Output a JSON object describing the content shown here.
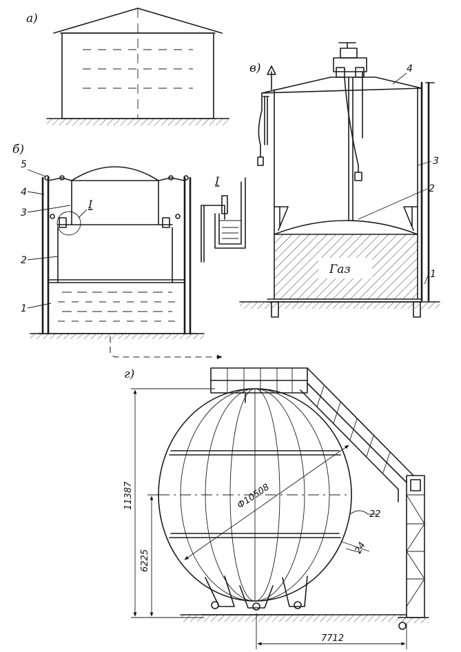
{
  "panels": {
    "a": {
      "label": "а)"
    },
    "b": {
      "label": "б)",
      "callouts": [
        "1",
        "2",
        "3",
        "4",
        "5"
      ],
      "detail_mark": "I",
      "detail_title": "I"
    },
    "v": {
      "label": "в)",
      "callouts": [
        "1",
        "2",
        "3",
        "4"
      ],
      "gas_label": "Газ"
    },
    "g": {
      "label": "г)",
      "diameter": "Ф10508",
      "height_total": "11387",
      "height_center": "6225",
      "width_offset": "7712",
      "dim_22": "22",
      "dim_24": "24"
    }
  }
}
